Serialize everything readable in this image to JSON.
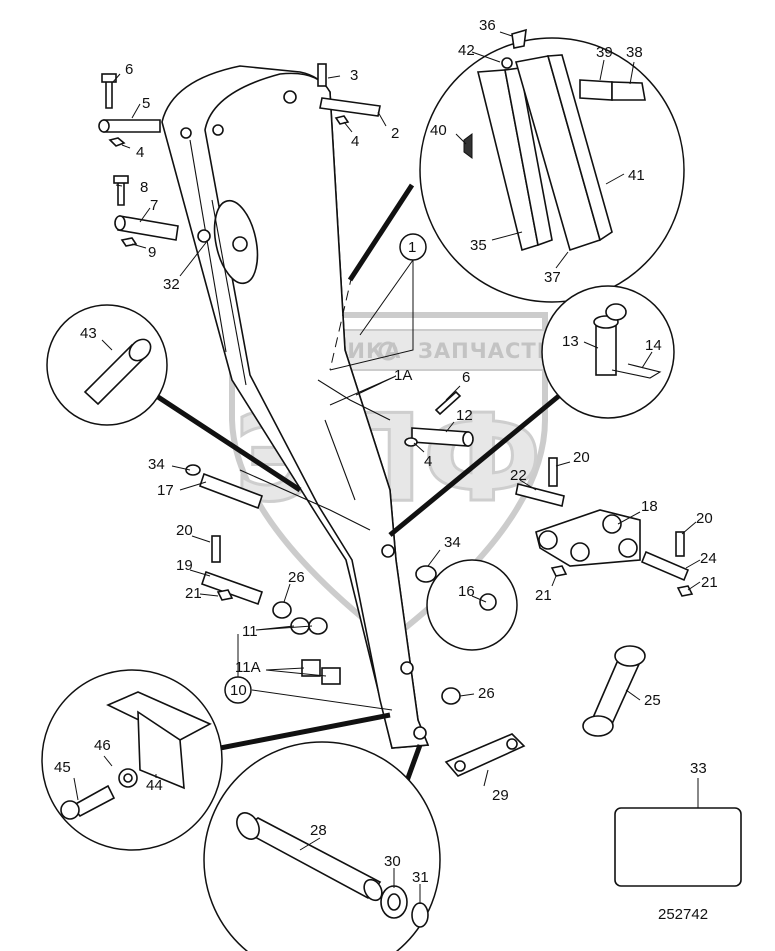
{
  "figure_id": "252742",
  "watermark": {
    "left_word": "ТЕХНИКА",
    "right_word": "ЗАПЧАСТИ",
    "monogram": "ЭПФ"
  },
  "callouts": {
    "c1": "1",
    "c1a": "1A",
    "c2": "2",
    "c3": "3",
    "c4a": "4",
    "c4b": "4",
    "c4c": "4",
    "c5": "5",
    "c6a": "6",
    "c6b": "6",
    "c7": "7",
    "c8": "8",
    "c9": "9",
    "c10": "10",
    "c11": "11",
    "c11a": "11A",
    "c12": "12",
    "c13": "13",
    "c14": "14",
    "c16": "16",
    "c17": "17",
    "c18": "18",
    "c19": "19",
    "c20a": "20",
    "c20b": "20",
    "c20c": "20",
    "c21a": "21",
    "c21b": "21",
    "c21c": "21",
    "c22": "22",
    "c24": "24",
    "c25": "25",
    "c26a": "26",
    "c26b": "26",
    "c28": "28",
    "c29": "29",
    "c30": "30",
    "c31": "31",
    "c32": "32",
    "c33": "33",
    "c34a": "34",
    "c34b": "34",
    "c35": "35",
    "c36": "36",
    "c37": "37",
    "c38": "38",
    "c39": "39",
    "c40": "40",
    "c41": "41",
    "c42": "42",
    "c43": "43",
    "c44": "44",
    "c45": "45",
    "c46": "46"
  }
}
